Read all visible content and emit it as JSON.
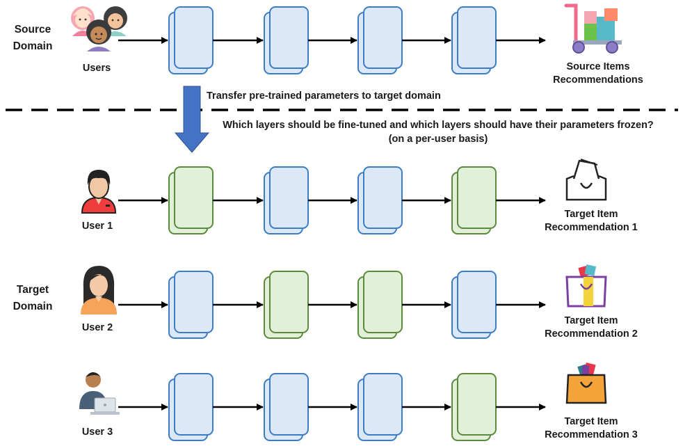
{
  "source_domain_label": "Source\nDomain",
  "target_domain_label": "Target\nDomain",
  "users_label": "Users",
  "source_output_label": "Source Items\nRecommendations",
  "transfer_text": "Transfer pre-trained parameters to target domain",
  "question_line1": "Which layers should be fine-tuned and which layers should have their parameters frozen?",
  "question_line2": "(on a per-user basis)",
  "layer_states": {
    "frozen": "blue",
    "fine_tuned": "green"
  },
  "colors": {
    "frozen_fill": "#dce8f7",
    "frozen_stroke": "#3b7dc4",
    "tuned_fill": "#e2f0d9",
    "tuned_stroke": "#5a8a3c",
    "transfer_arrow": "#4472c4"
  },
  "source_pipeline": {
    "layers": [
      "frozen",
      "frozen",
      "frozen",
      "frozen"
    ]
  },
  "target_rows": [
    {
      "user_label": "User 1",
      "user_icon": "man-avatar-icon",
      "output_icon": "shopping-bag-outline-icon",
      "output_label": "Target Item\nRecommendation 1",
      "layers": [
        "fine_tuned",
        "frozen",
        "frozen",
        "fine_tuned"
      ]
    },
    {
      "user_label": "User 2",
      "user_icon": "woman-avatar-icon",
      "output_icon": "gift-bag-icon",
      "output_label": "Target Item\nRecommendation 2",
      "layers": [
        "frozen",
        "fine_tuned",
        "fine_tuned",
        "frozen"
      ]
    },
    {
      "user_label": "User 3",
      "user_icon": "laptop-user-icon",
      "output_icon": "orange-shopping-bag-icon",
      "output_label": "Target Item\nRecommendation 3",
      "layers": [
        "frozen",
        "frozen",
        "frozen",
        "fine_tuned"
      ]
    }
  ]
}
